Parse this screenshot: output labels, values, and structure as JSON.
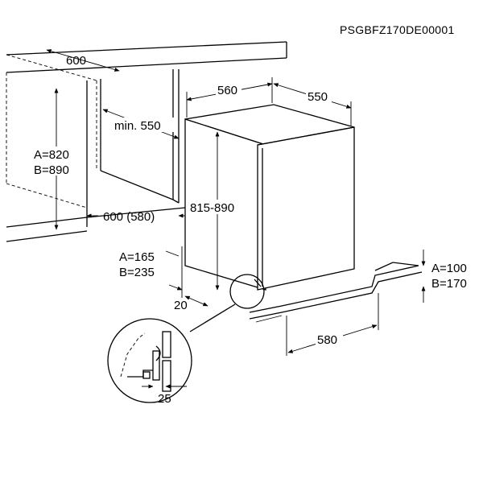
{
  "drawing_code": "PSGBFZ170DE00001",
  "dimensions": {
    "niche_depth": "600",
    "min_depth": "min. 550",
    "niche_height_a": "A=820",
    "niche_height_b": "B=890",
    "niche_width": "600 (580)",
    "appliance_width": "560",
    "appliance_depth": "550",
    "appliance_height": "815-890",
    "plinth_height_a": "A=165",
    "plinth_height_b": "B=235",
    "plinth_offset": "20",
    "plinth_depth": "580",
    "foot_height_a": "A=100",
    "foot_height_b": "B=170",
    "detail_gap": "25"
  }
}
